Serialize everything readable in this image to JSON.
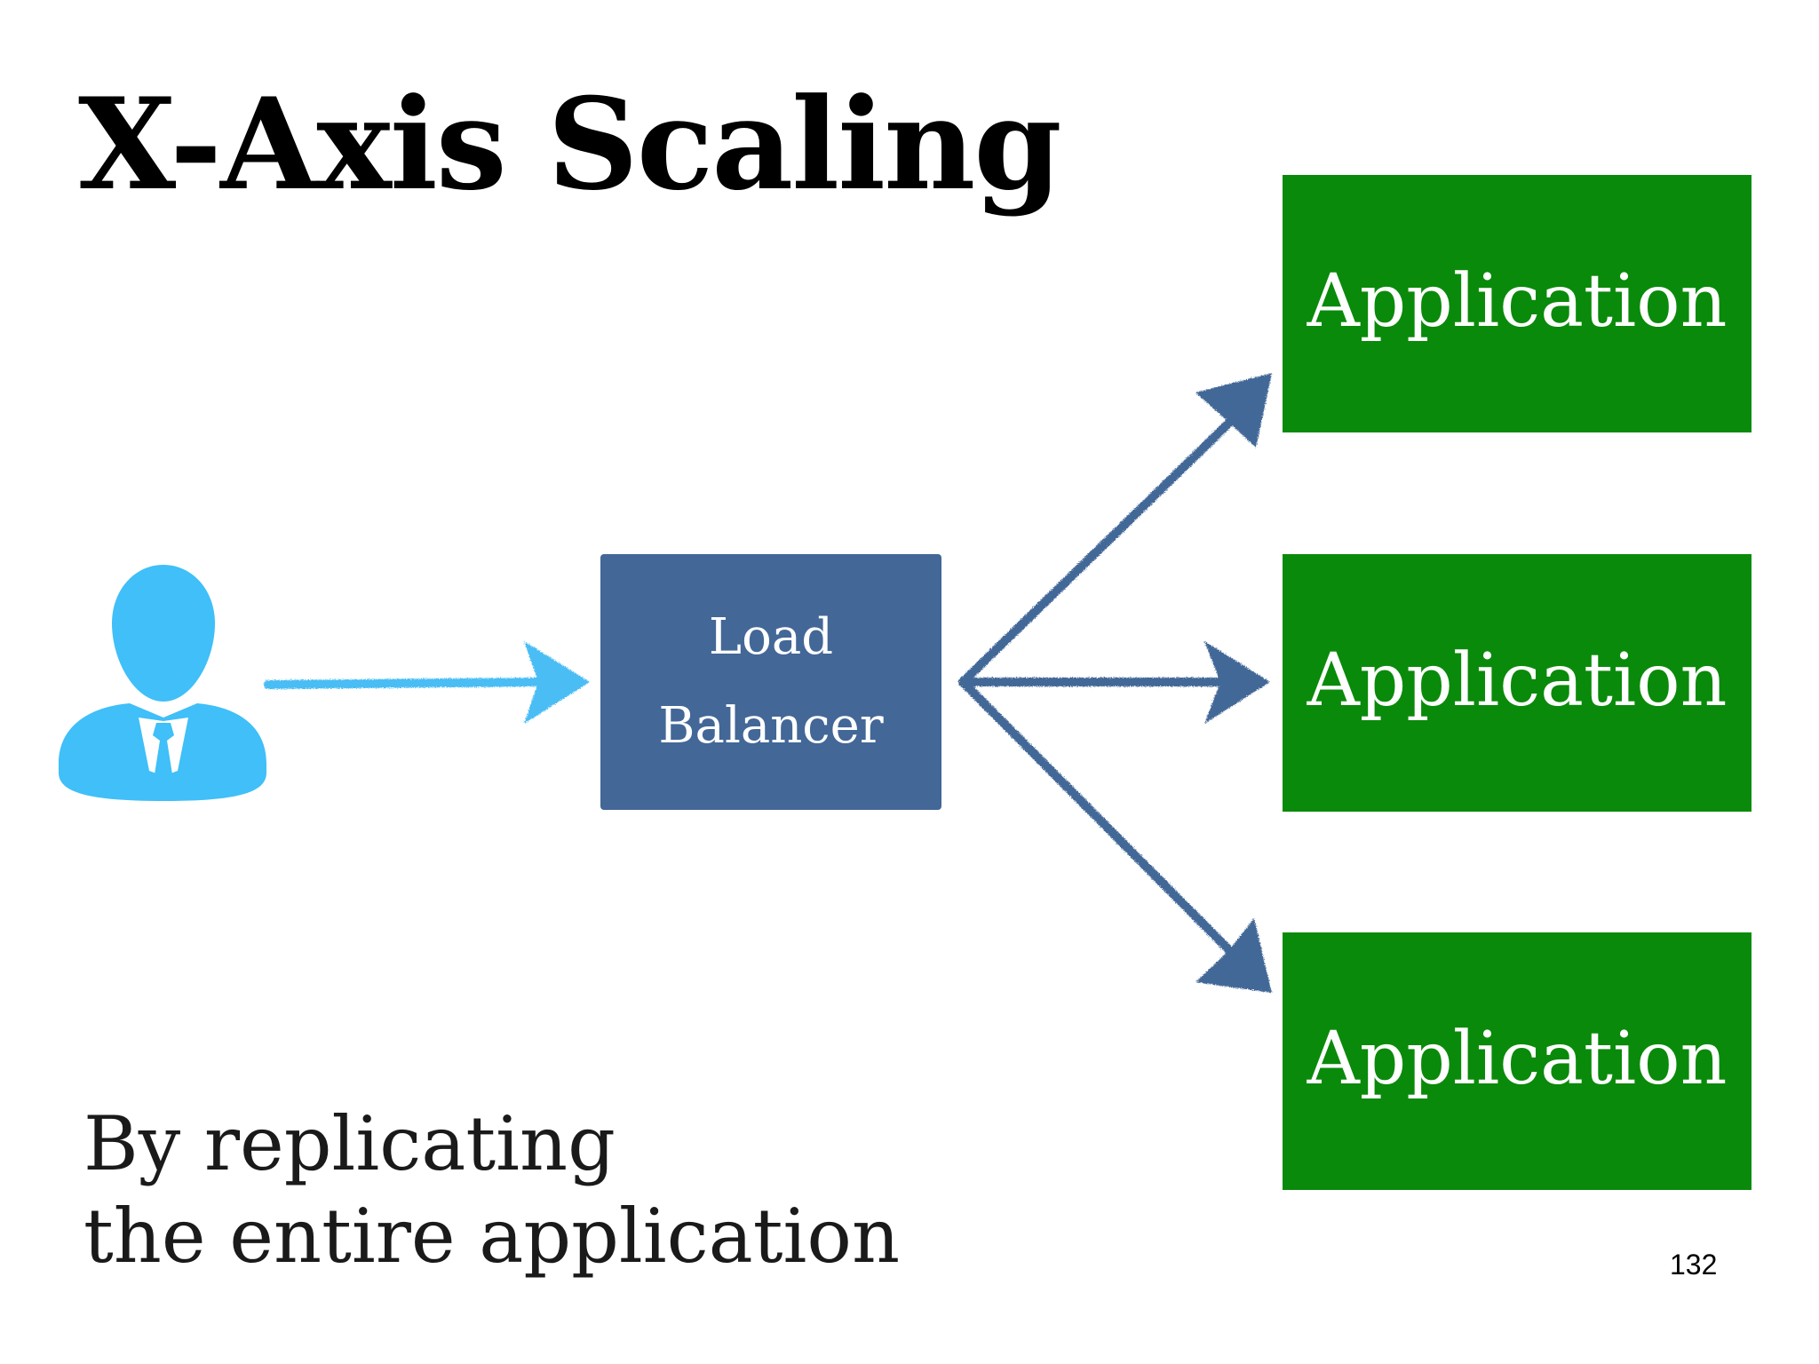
{
  "slide": {
    "title": "X-Axis Scaling",
    "caption_line1": "By replicating",
    "caption_line2": "the entire application",
    "page_number": "132"
  },
  "diagram": {
    "user_icon": "person-icon",
    "load_balancer": {
      "line1": "Load",
      "line2": "Balancer"
    },
    "applications": [
      {
        "label": "Application"
      },
      {
        "label": "Application"
      },
      {
        "label": "Application"
      }
    ]
  },
  "colors": {
    "user_icon": "#40bff8",
    "user_arrow": "#49bdf4",
    "load_balancer_fill": "#436797",
    "fanout_arrows": "#436797",
    "application_fill": "#0a8a0a",
    "box_text": "#ffffff",
    "title_text": "#000000"
  }
}
